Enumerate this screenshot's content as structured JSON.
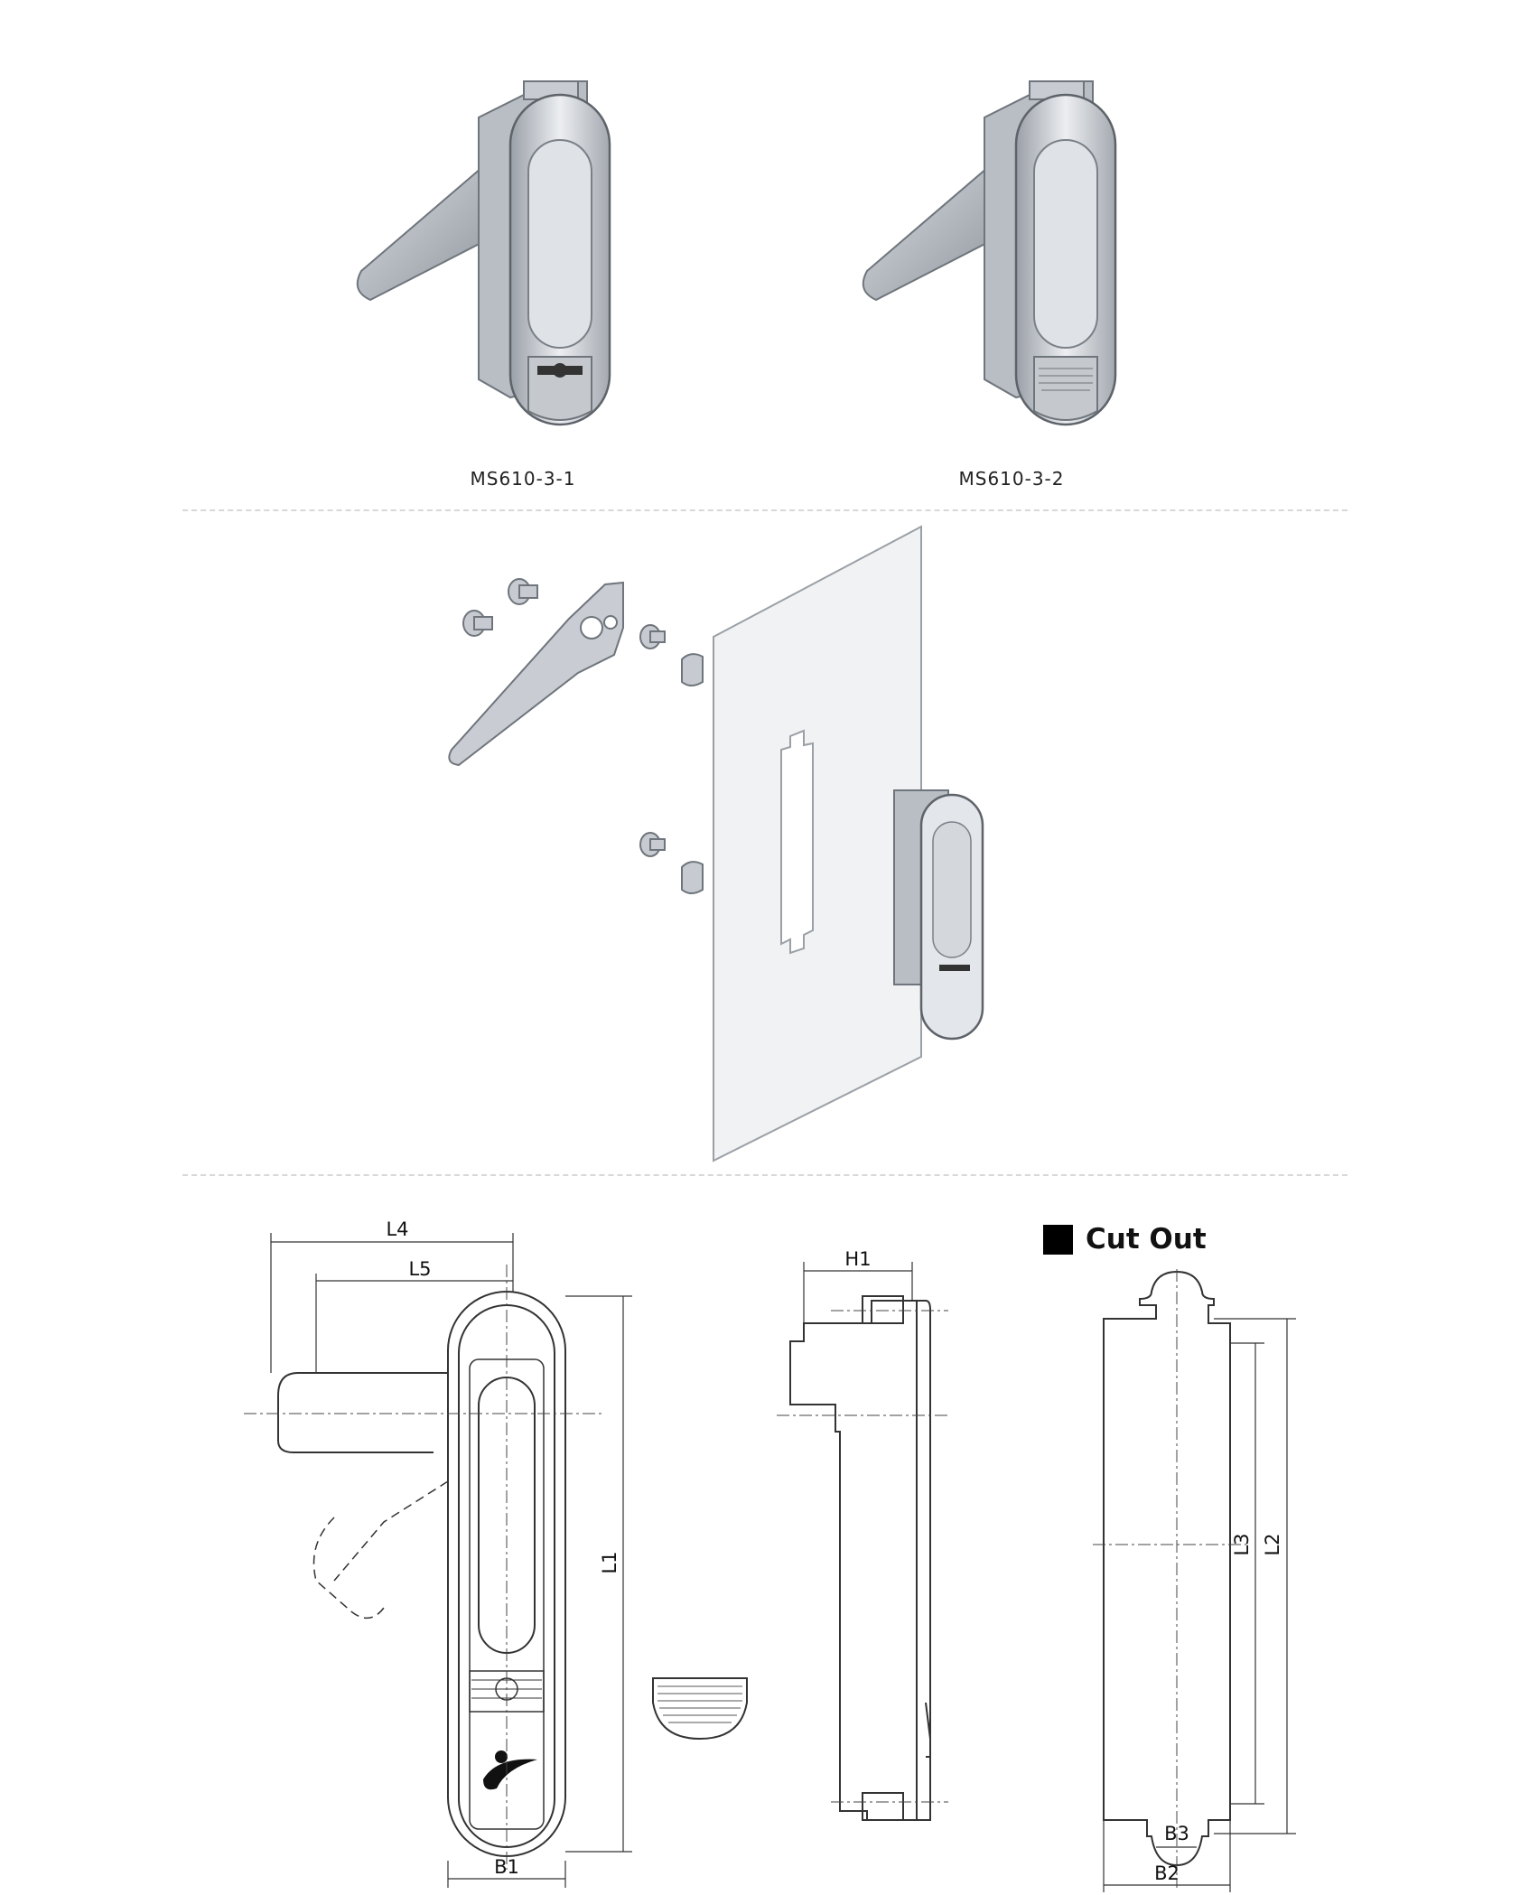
{
  "products": [
    {
      "model": "MS610-3-1"
    },
    {
      "model": "MS610-3-2"
    }
  ],
  "drawing": {
    "front_view": {
      "dims": {
        "l4": "L4",
        "l5": "L5",
        "l1": "L1",
        "b1": "B1"
      }
    },
    "side_view": {
      "dims": {
        "h1": "H1"
      }
    },
    "cut_out": {
      "title": "Cut Out",
      "dims": {
        "l3": "L3",
        "l2": "L2",
        "b3": "B3",
        "b2": "B2"
      }
    }
  },
  "colors": {
    "line": "#333333",
    "metal_light": "#e4e6ea",
    "metal_dark": "#8b9097",
    "divider": "#d8d8d8"
  }
}
